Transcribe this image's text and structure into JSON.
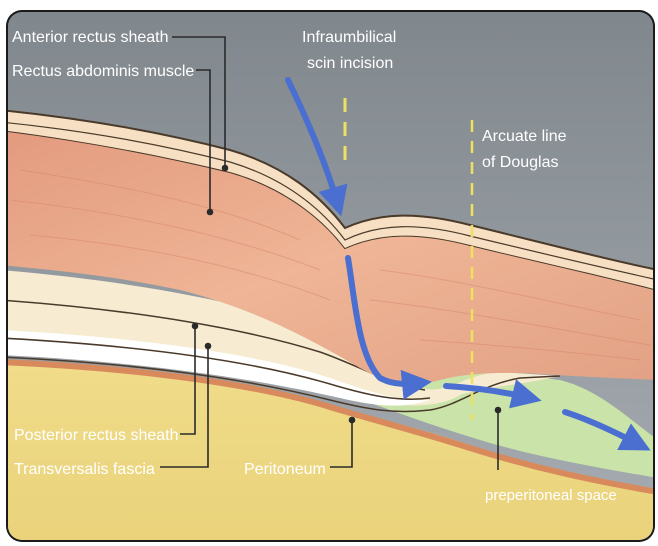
{
  "labels": {
    "anterior_rectus_sheath": "Anterior rectus sheath",
    "rectus_abdominis_muscle": "Rectus abdominis muscle",
    "infraumbilical_line1": "Infraumbilical",
    "infraumbilical_line2": "scin incision",
    "arcuate_line1": "Arcuate line",
    "arcuate_line2": "of Douglas",
    "posterior_rectus_sheath": "Posterior rectus sheath",
    "transversalis_fascia": "Transversalis fascia",
    "peritoneum": "Peritoneum",
    "preperitoneal_space": "preperitoneal space"
  },
  "colors": {
    "background": "#8c9399",
    "muscle": "#e8a88a",
    "sheath": "#f6dfc2",
    "abdomen": "#eed982",
    "preperitoneal": "#c9e3a8",
    "arrow": "#4a6fd0",
    "marker": "#f0e060"
  }
}
